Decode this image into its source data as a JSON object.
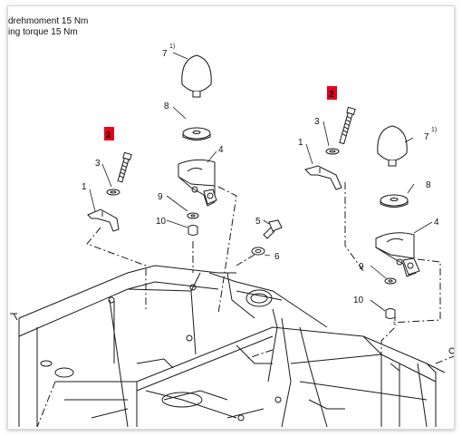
{
  "notes": {
    "line1": "drehmoment 15 Nm",
    "line2": "ing torque 15 Nm"
  },
  "labels": {
    "l_7a": "7",
    "l_7a_sup": "1)",
    "l_8a": "8",
    "l_4a": "4",
    "l_2a": "2",
    "l_3a": "3",
    "l_1a": "1",
    "l_9a": "9",
    "l_10a": "10",
    "l_5": "5",
    "l_6": "6",
    "l_2b": "2",
    "l_3b": "3",
    "l_1b": "1",
    "l_7b": "7",
    "l_7b_sup": "1)",
    "l_8b": "8",
    "l_4b": "4",
    "l_9b": "9",
    "l_10b": "10"
  },
  "colors": {
    "highlight": "#e8001c",
    "line": "#1a1a1a",
    "part_fill": "#ffffff"
  }
}
